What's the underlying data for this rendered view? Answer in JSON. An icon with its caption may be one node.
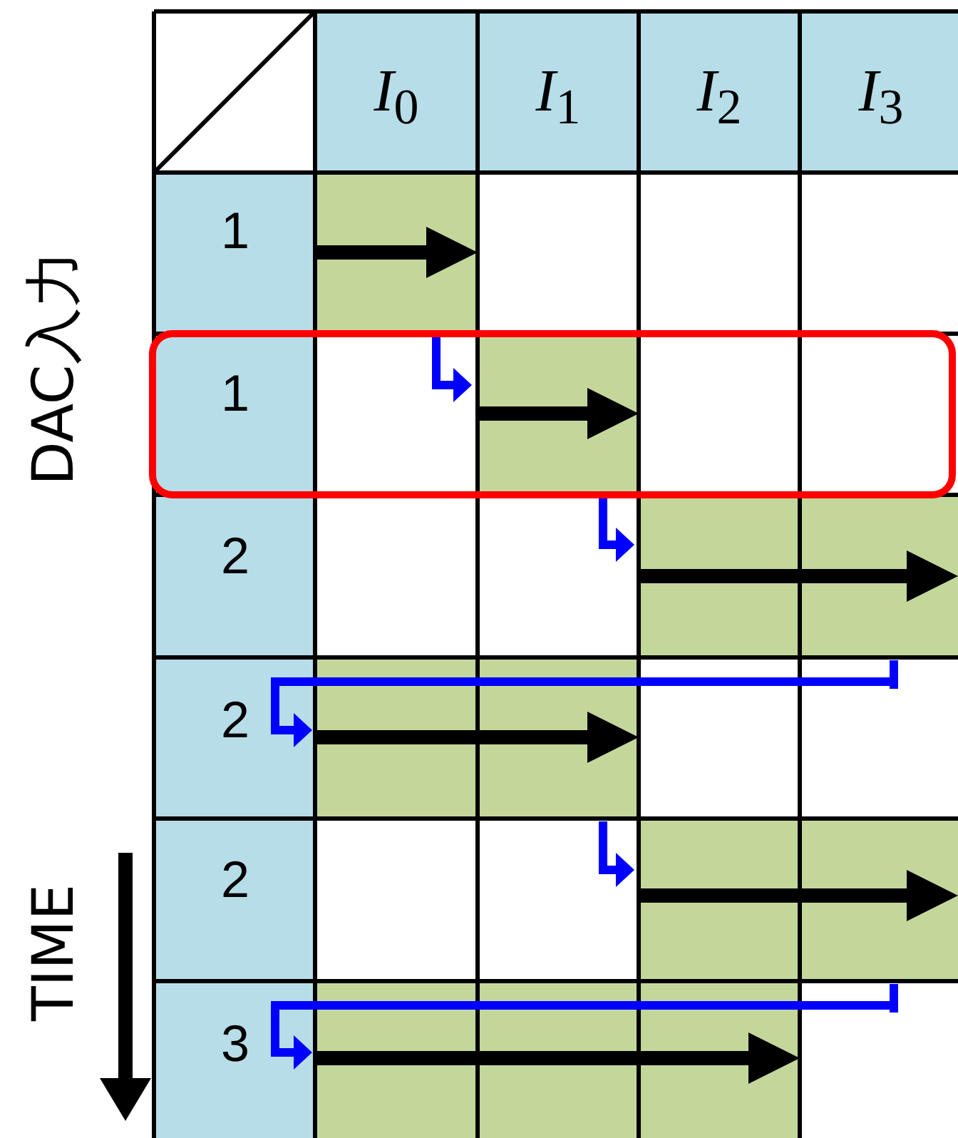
{
  "diagram": {
    "labels": [
      "*I*$_{0}$",
      "*I*$_{1}$",
      "*I*$_{2}$",
      "*I*$_{3}$",
      "1",
      "1",
      "2",
      "2",
      "2",
      "3",
      "DAC入力",
      "TIME"
    ]
  }
}
